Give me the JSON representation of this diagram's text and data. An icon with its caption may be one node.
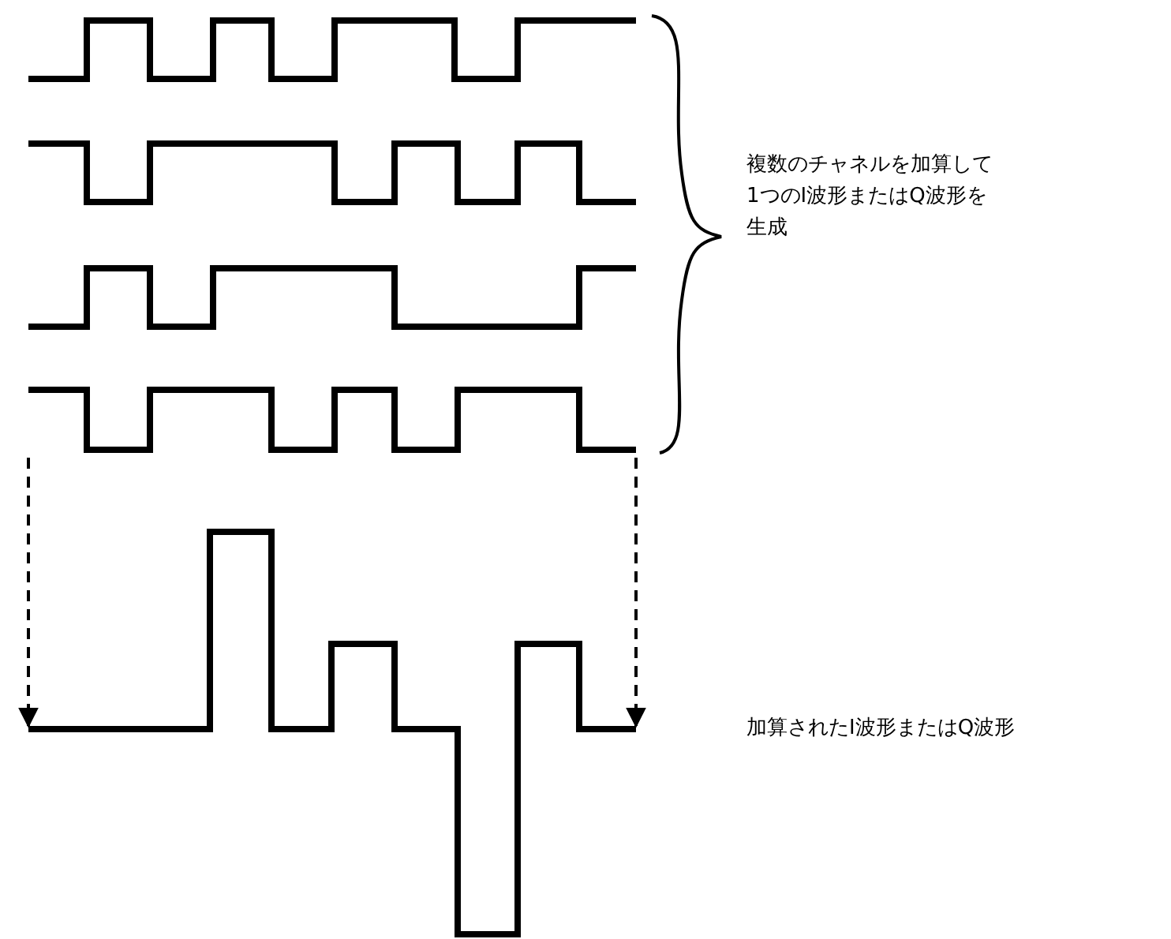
{
  "diagram": {
    "nodes": [
      {
        "text": [],
        "shape": "waveform"
      },
      {
        "text": [
          "複数のチャネルを加算して1つのI波形またはQ波形を生成"
        ]
      },
      {
        "text": [],
        "shape": "waveform"
      },
      {
        "text": [
          "加算されたI波形またはQ波形"
        ]
      }
    ],
    "edges": [
      {
        "from": 0,
        "to": 2,
        "arrow": "to",
        "style": "dashed"
      },
      {
        "from": 0,
        "to": 2,
        "arrow": "to",
        "style": "dashed"
      }
    ]
  }
}
